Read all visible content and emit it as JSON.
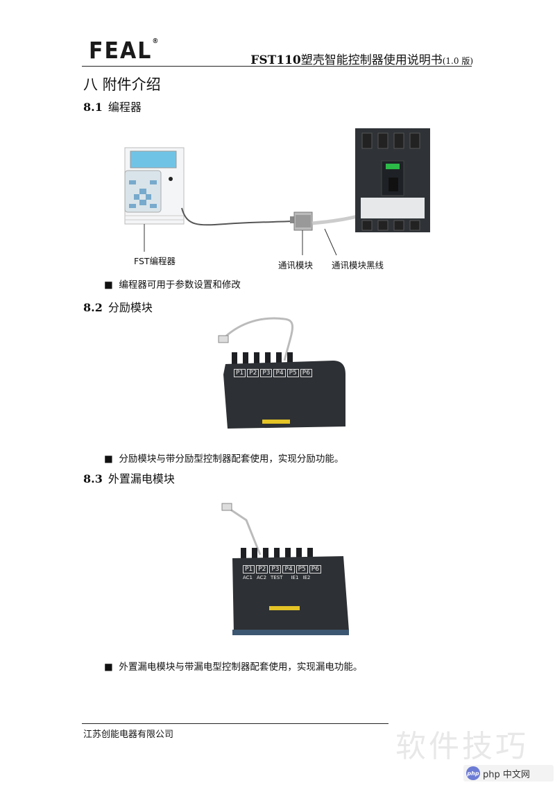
{
  "header": {
    "logo": "FEAL",
    "logo_mark": "®",
    "title_bold": "FST110",
    "title_rest": "塑壳智能控制器使用说明书",
    "version": "(1.0 版)"
  },
  "section": {
    "title": "八  附件介绍"
  },
  "subsections": [
    {
      "num": "8.1",
      "title": "编程器",
      "bullet": "编程器可用于参数设置和修改",
      "figure": {
        "labels": [
          "FST编程器",
          "通讯模块",
          "通讯模块黑线"
        ]
      }
    },
    {
      "num": "8.2",
      "title": "分励模块",
      "bullet": "分励模块与带分励型控制器配套使用，实现分励功能。",
      "figure": {
        "terminals": [
          "P1",
          "P2",
          "P3",
          "P4",
          "P5",
          "P6"
        ]
      }
    },
    {
      "num": "8.3",
      "title": "外置漏电模块",
      "bullet": "外置漏电模块与带漏电型控制器配套使用，实现漏电功能。",
      "figure": {
        "terminals": [
          "P1",
          "P2",
          "P3",
          "P4",
          "P5",
          "P6"
        ],
        "terminal_labels": [
          "AC1",
          "AC2",
          "TEST",
          "",
          "IE1",
          "IE2"
        ]
      }
    }
  ],
  "bullet_mark": "■",
  "footer": {
    "company": "江苏创能电器有限公司"
  },
  "watermark": {
    "text": "软件技巧",
    "site": "php 中文网",
    "badge": "php"
  }
}
